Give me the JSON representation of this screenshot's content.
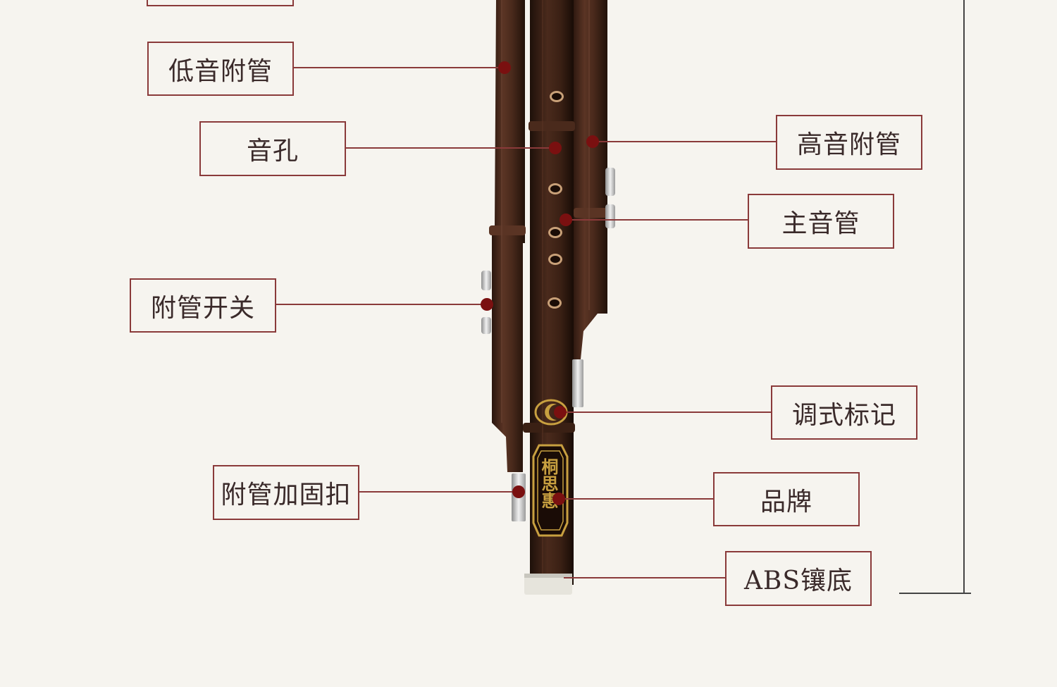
{
  "colors": {
    "background": "#f6f4ef",
    "accent": "#8a3a3a",
    "dot": "#7a1010",
    "bamboo": "#3d2418",
    "gold": "#c8a040"
  },
  "labels": {
    "bass_pipe": "低音附管",
    "tone_hole": "音孔",
    "treble_pipe": "高音附管",
    "main_pipe": "主音管",
    "pipe_switch": "附管开关",
    "key_mark": "调式标记",
    "pipe_clamp": "附管加固扣",
    "brand": "品牌",
    "abs_base": "ABS镶底"
  },
  "brand_plate": {
    "characters": "桐思惠"
  }
}
